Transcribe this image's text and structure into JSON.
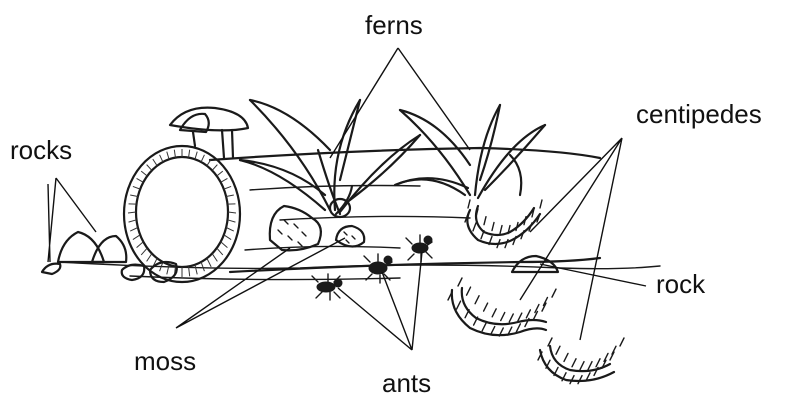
{
  "labels": {
    "ferns": "ferns",
    "rocks": "rocks",
    "centipedes": "centipedes",
    "rock": "rock",
    "moss": "moss",
    "ants": "ants"
  },
  "colors": {
    "ink": "#1a1a1a",
    "background": "#ffffff"
  }
}
